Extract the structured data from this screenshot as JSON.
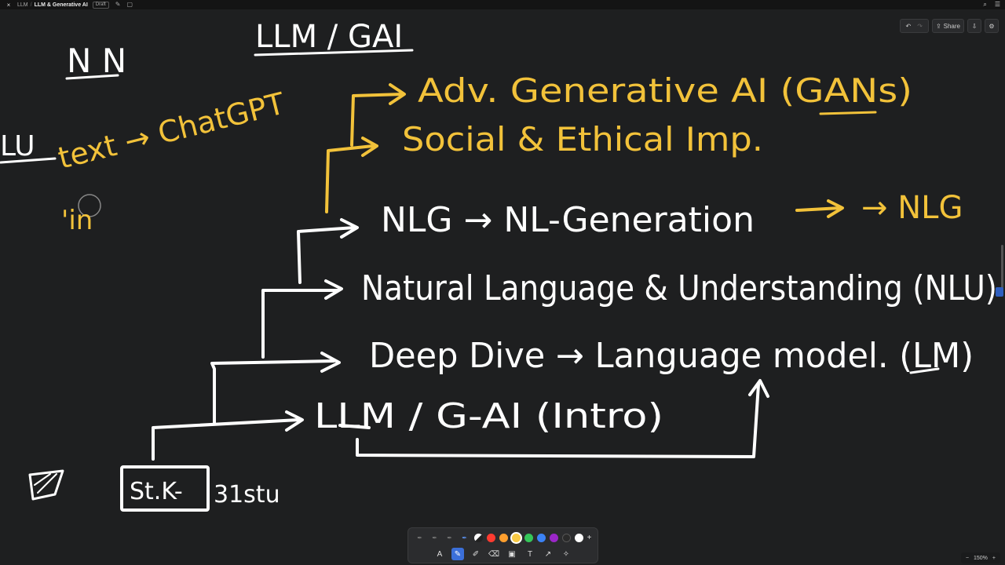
{
  "topbar": {
    "close_icon": "×",
    "crumb_root": "LLM",
    "crumb_sep": "/",
    "crumb_current": "LLM & Generative AI",
    "badge": "Draft",
    "edit_icon": "✎",
    "folder_icon": "▢",
    "search_icon": "⌕",
    "menu_icon": "☰"
  },
  "toolbar": {
    "undo_icon": "↶",
    "redo_icon": "↷",
    "share_icon": "⇪",
    "share_label": "Share",
    "download_icon": "⇩",
    "settings_icon": "⚙"
  },
  "board": {
    "llm_gai": "LLM / GAI",
    "nn": "N N",
    "lu": "LU",
    "text_chatgpt": "text → ChatGPT",
    "in": "'in",
    "adv_gen": "Adv. Generative AI (GANs)",
    "social": "Social & Ethical Imp.",
    "nlg": "NLG → NL-Generation",
    "nlg2": "→ NLG",
    "nlu": "Natural Language & Understanding (NLU)",
    "deep_dive": "Deep Dive → Language model. (LM)",
    "llm_gai_intro": "LLM / G-AI (Intro)",
    "stk": "St.K-",
    "stu": "31stu"
  },
  "palette": {
    "pens": [
      "✒",
      "✒",
      "✒",
      "✒"
    ],
    "colors": [
      "#ff3b30",
      "#ff9f2e",
      "#f6c945",
      "#35c759",
      "#3b82f6",
      "#9b27c9",
      "#2a2a2a",
      "#ffffff"
    ],
    "selected_color": "#f6c945",
    "add_icon": "+",
    "tools": [
      {
        "name": "text-tool-icon",
        "glyph": "A"
      },
      {
        "name": "pen-tool-icon",
        "glyph": "✎"
      },
      {
        "name": "highlighter-icon",
        "glyph": "✐"
      },
      {
        "name": "eraser-icon",
        "glyph": "⌫"
      },
      {
        "name": "image-icon",
        "glyph": "▣"
      },
      {
        "name": "type-icon",
        "glyph": "T"
      },
      {
        "name": "arrow-icon",
        "glyph": "↗"
      },
      {
        "name": "laser-icon",
        "glyph": "✧"
      }
    ]
  },
  "zoom": {
    "minus": "−",
    "level": "150%",
    "plus": "+"
  },
  "colors": {
    "ink_white": "#ffffff",
    "ink_yellow": "#f2c23a",
    "background": "#1e1f20"
  }
}
